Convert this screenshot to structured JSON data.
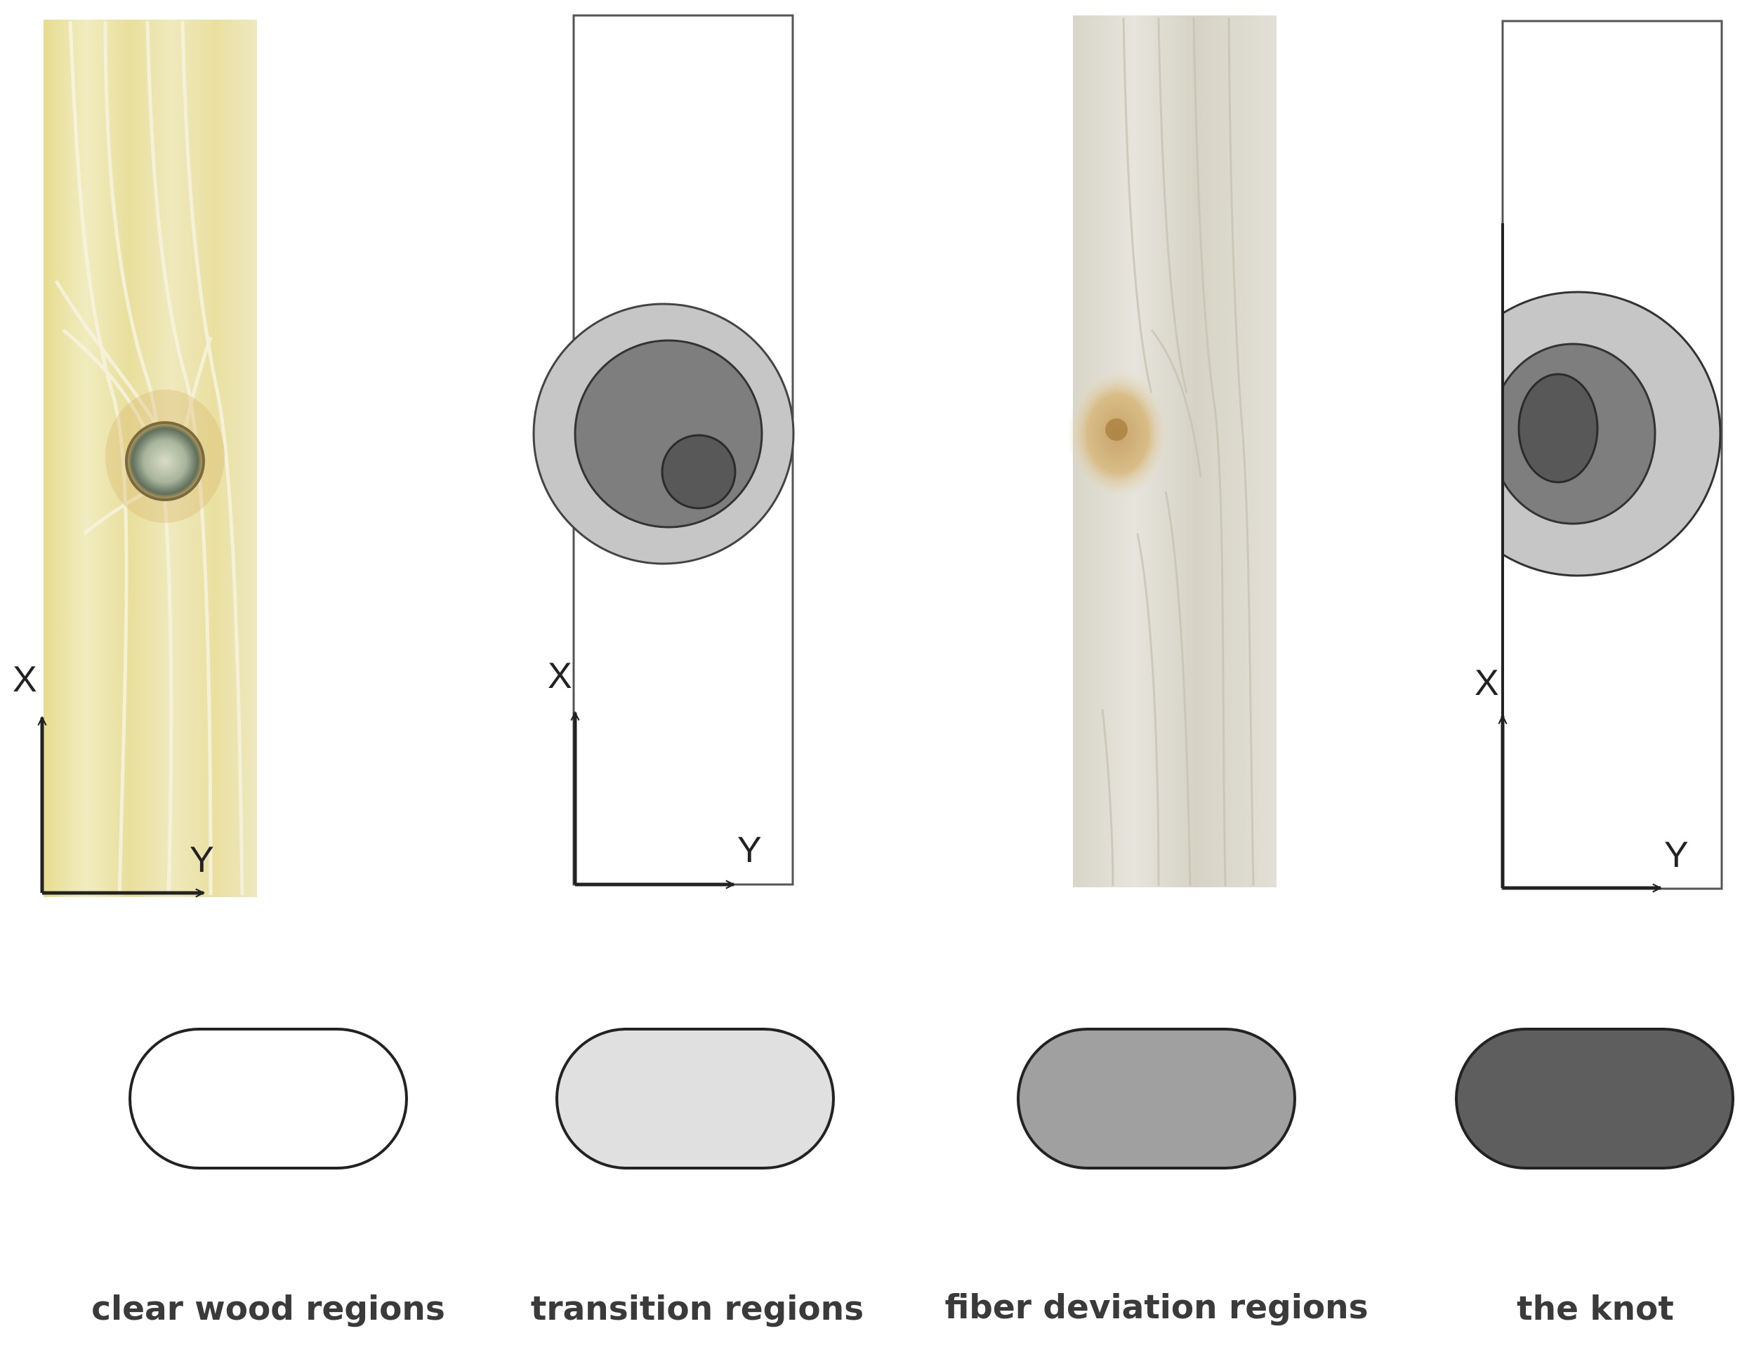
{
  "axes": {
    "x_label": "X",
    "y_label": "Y"
  },
  "panels": [
    {
      "kind": "photo",
      "description_key": "pine-board-with-round-knot"
    },
    {
      "kind": "model"
    },
    {
      "kind": "photo",
      "description_key": "spruce-board-with-edge-knot"
    },
    {
      "kind": "model"
    }
  ],
  "legend": [
    {
      "label": "clear wood regions",
      "color": "#ffffff"
    },
    {
      "label": "transition regions",
      "color": "#e0e0e0"
    },
    {
      "label": "fiber deviation regions",
      "color": "#a0a0a0"
    },
    {
      "label": "the knot",
      "color": "#5e5e5e"
    }
  ],
  "colors": {
    "outline": "#333333",
    "transition": "#c6c6c6",
    "fiber": "#7e7e7e",
    "knot": "#585858",
    "wood_yellow": "#ece6a6",
    "wood_grey": "#dcdad0"
  }
}
